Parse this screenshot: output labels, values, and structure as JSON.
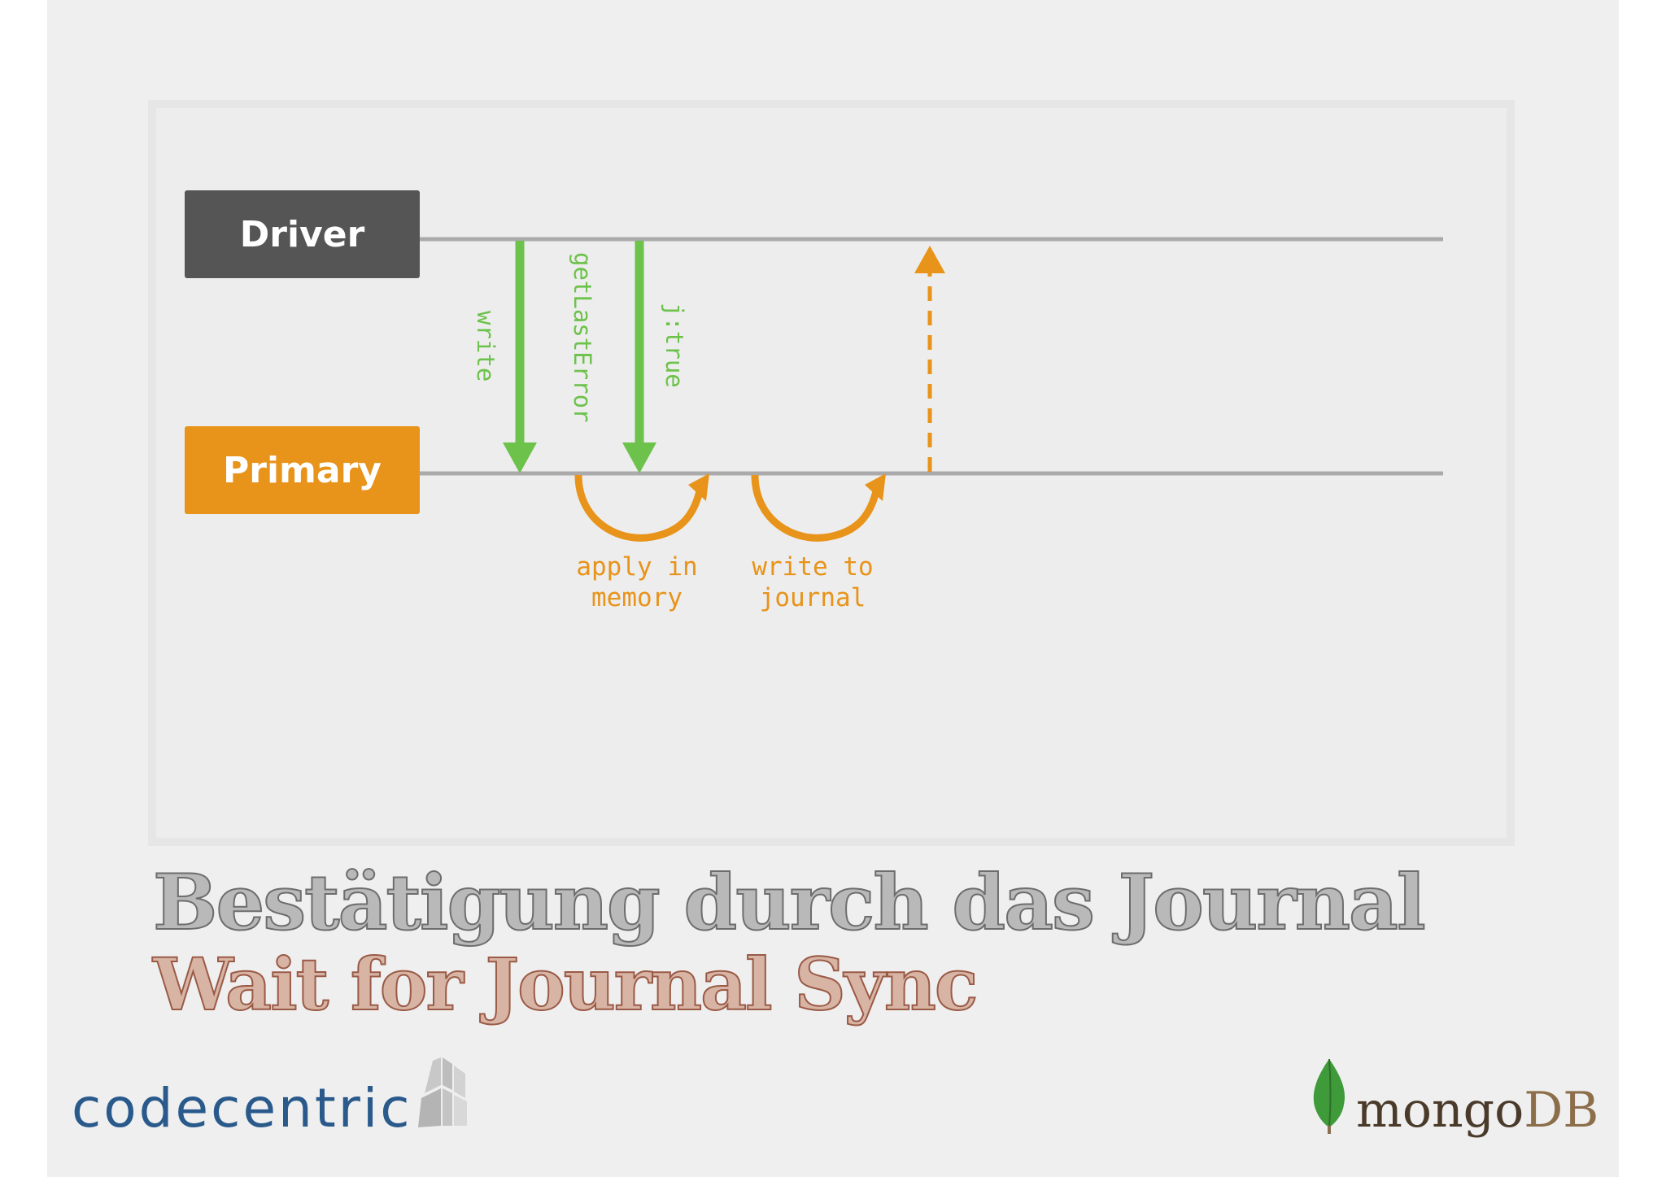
{
  "actors": {
    "driver": "Driver",
    "primary": "Primary"
  },
  "messages": {
    "write": "write",
    "get_last_error": "getLastError",
    "j_true": "j:true"
  },
  "operations": {
    "apply_in_memory": "apply in\nmemory",
    "write_to_journal": "write to\njournal"
  },
  "titles": {
    "german": "Bestätigung durch das Journal",
    "english": "Wait for Journal Sync"
  },
  "logos": {
    "codecentric": "codecentric",
    "mongo_main": "mongo",
    "mongo_db": "DB"
  },
  "colors": {
    "driver": "#555555",
    "primary": "#e8931a",
    "request_arrow": "#6cc24a",
    "lifeline": "#aaaaaa"
  }
}
